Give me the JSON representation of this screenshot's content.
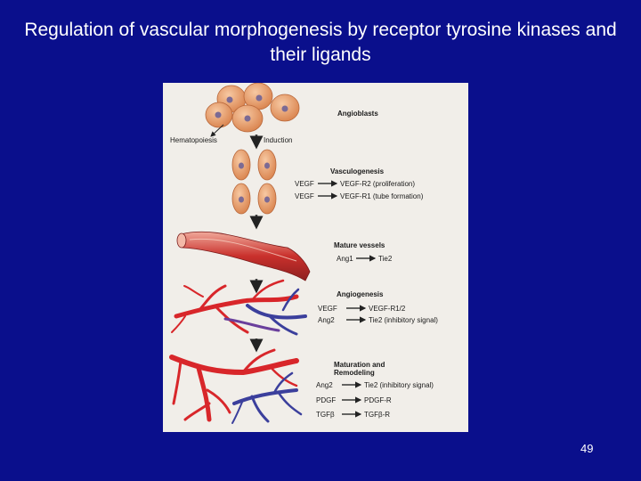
{
  "slide": {
    "title": "Regulation of vascular morphogenesis by receptor tyrosine kinases and their ligands",
    "page_number": "49"
  },
  "figure": {
    "stages": {
      "angioblasts": "Angioblasts",
      "hematopoiesis": "Hematopoiesis",
      "induction": "Induction",
      "vasculogenesis": "Vasculogenesis",
      "mature_vessels": "Mature vessels",
      "angiogenesis": "Angiogenesis",
      "maturation_line1": "Maturation and",
      "maturation_line2": "Remodeling"
    },
    "vasculogenesis_pairs": [
      {
        "ligand": "VEGF",
        "receptor": "VEGF-R2 (proliferation)"
      },
      {
        "ligand": "VEGF",
        "receptor": "VEGF-R1 (tube formation)"
      }
    ],
    "mature_pairs": [
      {
        "ligand": "Ang1",
        "receptor": "Tie2"
      }
    ],
    "angiogenesis_pairs": [
      {
        "ligand": "VEGF",
        "receptor": "VEGF-R1/2"
      },
      {
        "ligand": "Ang2",
        "receptor": "Tie2 (inhibitory signal)"
      }
    ],
    "maturation_pairs": [
      {
        "ligand": "Ang2",
        "receptor": "Tie2 (inhibitory signal)"
      },
      {
        "ligand": "PDGF",
        "receptor": "PDGF-R"
      },
      {
        "ligand": "TGFβ",
        "receptor": "TGFβ-R"
      }
    ]
  },
  "colors": {
    "background": "#0a0f8c",
    "cell": "#e8a172",
    "nucleus": "#7b6a94",
    "artery": "#d8262a",
    "vein": "#3b3f9c"
  }
}
